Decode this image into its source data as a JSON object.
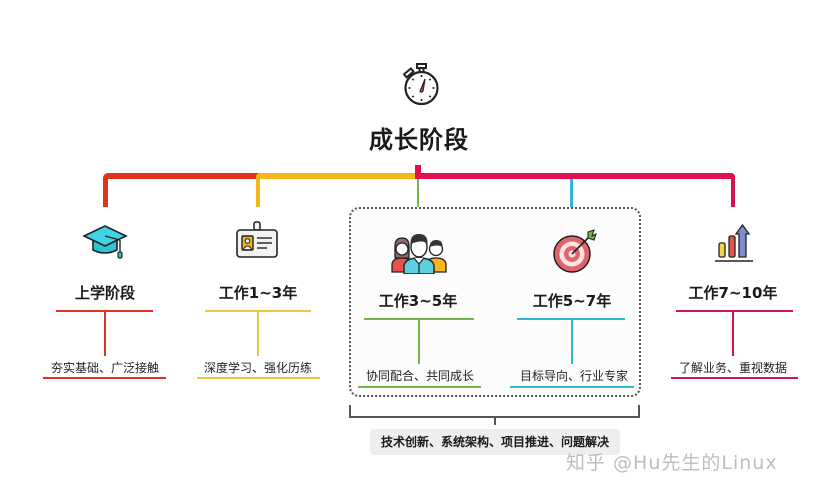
{
  "header": {
    "icon": "stopwatch-icon",
    "title": "成长阶段"
  },
  "colors": {
    "stage1": "#e0321c",
    "stage2": "#f5b51b",
    "stage3": "#74b84a",
    "stage4": "#33b6d6",
    "stage5": "#d41450",
    "bar_crimson": "#e0104f"
  },
  "stages": [
    {
      "icon": "graduation-cap-icon",
      "title": "上学阶段",
      "desc": "夯实基础、广泛接触"
    },
    {
      "icon": "id-badge-icon",
      "title": "工作1~3年",
      "desc": "深度学习、强化历练"
    },
    {
      "icon": "team-icon",
      "title": "工作3~5年",
      "desc": "协同配合、共同成长"
    },
    {
      "icon": "target-icon",
      "title": "工作5~7年",
      "desc": "目标导向、行业专家"
    },
    {
      "icon": "growth-chart-icon",
      "title": "工作7~10年",
      "desc": "了解业务、重视数据"
    }
  ],
  "group_summary": "技术创新、系统架构、项目推进、问题解决",
  "watermark": "知乎 @Hu先生的Linux"
}
